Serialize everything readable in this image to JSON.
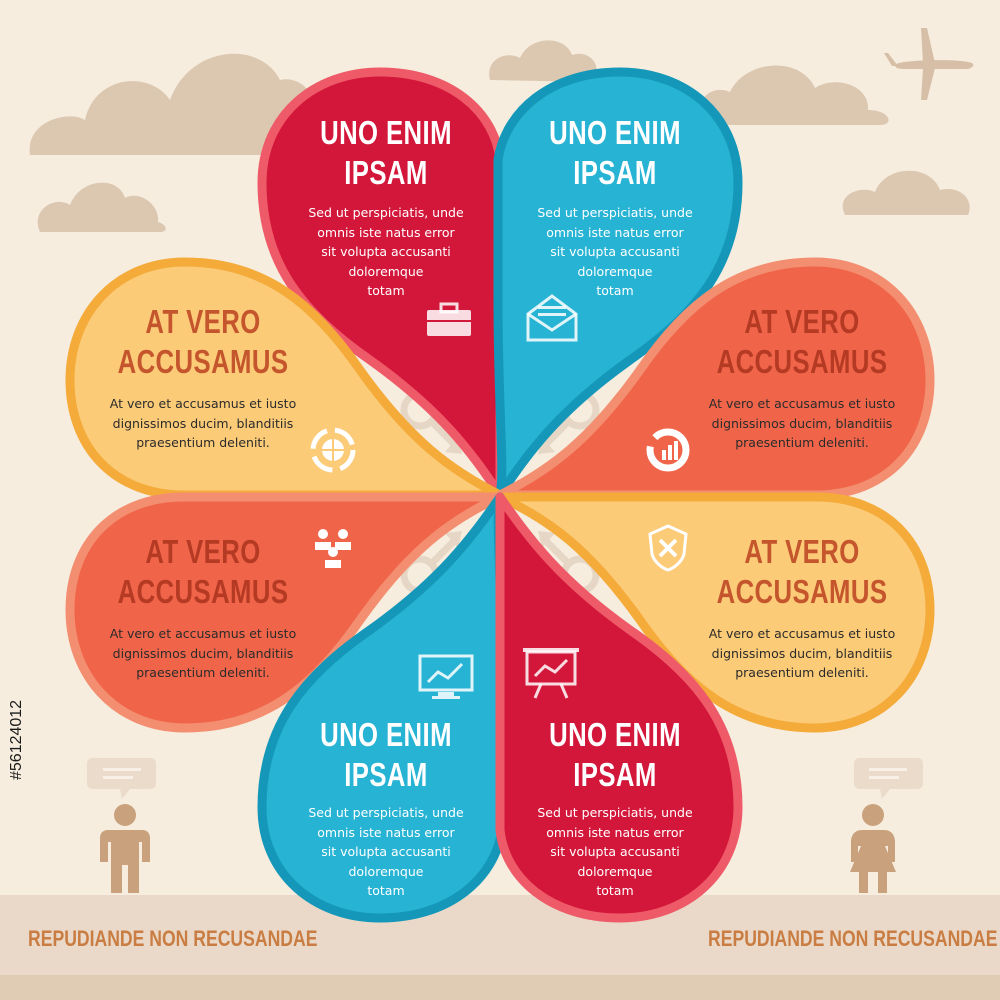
{
  "petals": [
    {
      "id": "top-left",
      "title": [
        "UNO ENIM",
        "IPSAM"
      ],
      "body": [
        "Sed ut perspiciatis, unde",
        "omnis iste natus error",
        "sit volupta accusanti",
        "doloremque",
        "totam"
      ],
      "fill": "#d3173a",
      "stroke": "#ef5a68",
      "title_color": "#ffffff",
      "body_color": "#ffffff",
      "icon": "briefcase-icon"
    },
    {
      "id": "top-right",
      "title": [
        "UNO ENIM",
        "IPSAM"
      ],
      "body": [
        "Sed ut perspiciatis, unde",
        "omnis iste natus error",
        "sit volupta accusanti",
        "doloremque",
        "totam"
      ],
      "fill": "#27b3d4",
      "stroke": "#1497b8",
      "title_color": "#ffffff",
      "body_color": "#ffffff",
      "icon": "envelope-icon"
    },
    {
      "id": "mid-left-upper",
      "title": [
        "AT VERO",
        "ACCUSAMUS"
      ],
      "body": [
        "At vero et accusamus et iusto",
        "dignissimos ducim, blanditiis",
        "praesentium deleniti."
      ],
      "fill": "#fbcb78",
      "stroke": "#f4ab3a",
      "title_color": "#c4552c",
      "body_color": "#2b2b2b",
      "icon": "globe-cycle-icon"
    },
    {
      "id": "mid-right-upper",
      "title": [
        "AT VERO",
        "ACCUSAMUS"
      ],
      "body": [
        "At vero et accusamus et iusto",
        "dignissimos ducim, blanditiis",
        "praesentium deleniti."
      ],
      "fill": "#f0654a",
      "stroke": "#f48e70",
      "title_color": "#b53a23",
      "body_color": "#2b2b2b",
      "icon": "pie-chart-icon"
    },
    {
      "id": "mid-left-lower",
      "title": [
        "AT VERO",
        "ACCUSAMUS"
      ],
      "body": [
        "At vero et accusamus et iusto",
        "dignissimos ducim, blanditiis",
        "praesentium deleniti."
      ],
      "fill": "#f0654a",
      "stroke": "#f48e70",
      "title_color": "#b53a23",
      "body_color": "#2b2b2b",
      "icon": "team-icon"
    },
    {
      "id": "mid-right-lower",
      "title": [
        "AT VERO",
        "ACCUSAMUS"
      ],
      "body": [
        "At vero et accusamus et iusto",
        "dignissimos ducim, blanditiis",
        "praesentium deleniti."
      ],
      "fill": "#fbcb78",
      "stroke": "#f4ab3a",
      "title_color": "#c4552c",
      "body_color": "#2b2b2b",
      "icon": "shield-swords-icon"
    },
    {
      "id": "bottom-left",
      "title": [
        "UNO ENIM",
        "IPSAM"
      ],
      "body": [
        "Sed ut perspiciatis, unde",
        "omnis iste natus error",
        "sit volupta accusanti",
        "doloremque",
        "totam"
      ],
      "fill": "#27b3d4",
      "stroke": "#1497b8",
      "title_color": "#ffffff",
      "body_color": "#ffffff",
      "icon": "monitor-chart-icon"
    },
    {
      "id": "bottom-right",
      "title": [
        "UNO ENIM",
        "IPSAM"
      ],
      "body": [
        "Sed ut perspiciatis, unde",
        "omnis iste natus error",
        "sit volupta accusanti",
        "doloremque",
        "totam"
      ],
      "fill": "#d3173a",
      "stroke": "#ef5a68",
      "title_color": "#ffffff",
      "body_color": "#ffffff",
      "icon": "presentation-board-icon"
    }
  ],
  "footer": {
    "left": "REPUDIANDE NON RECUSANDAE",
    "right": "REPUDIANDE NON RECUSANDAE"
  },
  "side_id": "#56124012",
  "colors": {
    "background": "#f6eddf",
    "decor": "#dcc7b0",
    "ground": "#ead9c8",
    "footer_text": "#c97d43"
  },
  "decor_icons": [
    "cloud-icon",
    "airplane-icon",
    "man-icon",
    "woman-icon",
    "speech-bubble-icon",
    "male-symbol-icon"
  ]
}
